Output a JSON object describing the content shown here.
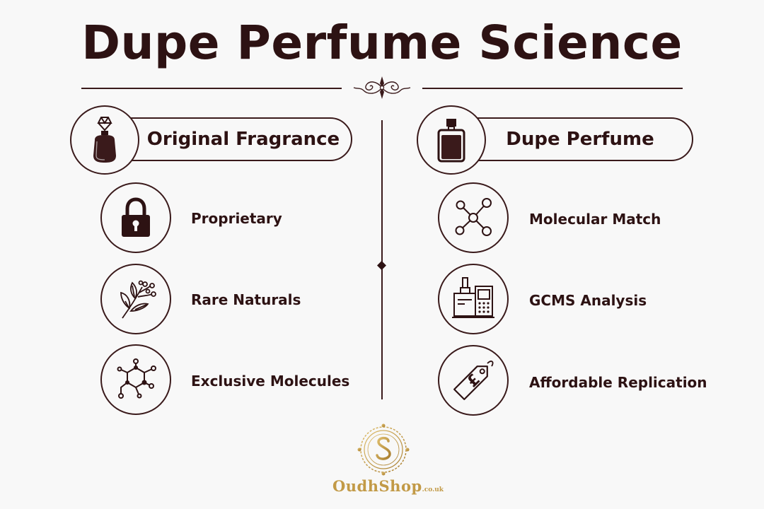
{
  "title": "Dupe Perfume Science",
  "left_column": {
    "heading": "Original Fragrance",
    "items": [
      {
        "label": "Proprietary",
        "icon": "padlock-icon"
      },
      {
        "label": "Rare Naturals",
        "icon": "botanical-sprig-icon"
      },
      {
        "label": "Exclusive Molecules",
        "icon": "molecule-ring-icon"
      }
    ]
  },
  "right_column": {
    "heading": "Dupe Perfume",
    "items": [
      {
        "label": "Molecular Match",
        "icon": "molecular-network-icon"
      },
      {
        "label": "GCMS Analysis",
        "icon": "gcms-machine-icon"
      },
      {
        "label": "Affordable Replication",
        "icon": "pound-price-tag-icon"
      }
    ]
  },
  "brand": {
    "name": "OudhShop",
    "tld": ".co.uk"
  },
  "colors": {
    "text": "#2d1213",
    "line": "#3a1a1b",
    "gold": "#c29a47",
    "background": "#f8f8f8"
  }
}
